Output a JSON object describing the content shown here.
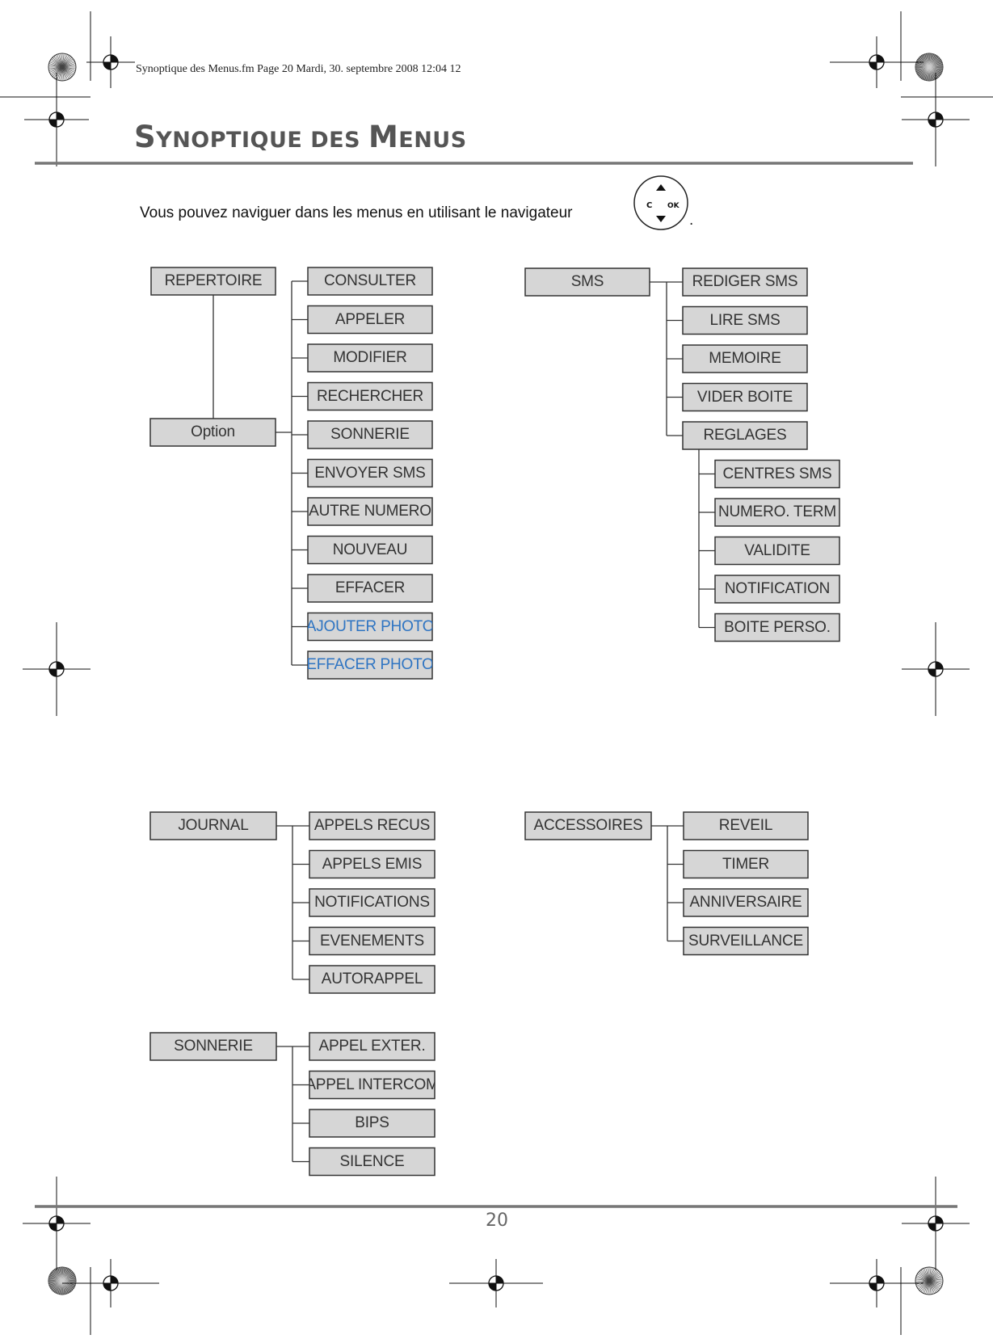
{
  "header_line": "Synoptique des Menus.fm  Page 20  Mardi, 30. septembre 2008  12:04 12",
  "title": {
    "s1": "S",
    "s2": "YNOPTIQUE DES ",
    "s3": "M",
    "s4": "ENUS"
  },
  "intro": "Vous pouvez naviguer dans les menus en utilisant le navigateur",
  "intro_end": ".",
  "navigator": {
    "left_key": "C",
    "right_key": "OK"
  },
  "page_number": "20",
  "colors": {
    "box_fill": "#d6d6d6",
    "box_border": "#333333",
    "highlight_text": "#2e74c2",
    "rule": "#777777"
  },
  "menus": [
    {
      "root": "REPERTOIRE",
      "sub_root": "Option",
      "items": [
        {
          "label": "CONSULTER"
        },
        {
          "label": "APPELER"
        },
        {
          "label": "MODIFIER"
        },
        {
          "label": "RECHERCHER"
        },
        {
          "label": "SONNERIE"
        },
        {
          "label": "ENVOYER SMS"
        },
        {
          "label": "AUTRE NUMERO"
        },
        {
          "label": "NOUVEAU"
        },
        {
          "label": "EFFACER"
        },
        {
          "label": "AJOUTER PHOTO",
          "highlight": true
        },
        {
          "label": "EFFACER PHOTO",
          "highlight": true
        }
      ]
    },
    {
      "root": "SMS",
      "items": [
        {
          "label": "REDIGER SMS"
        },
        {
          "label": "LIRE SMS"
        },
        {
          "label": "MEMOIRE"
        },
        {
          "label": "VIDER BOITE"
        },
        {
          "label": "REGLAGES",
          "children": [
            "CENTRES SMS",
            "NUMERO. TERM",
            "VALIDITE",
            "NOTIFICATION",
            "BOITE PERSO."
          ]
        }
      ]
    },
    {
      "root": "JOURNAL",
      "items": [
        {
          "label": "APPELS RECUS"
        },
        {
          "label": "APPELS EMIS"
        },
        {
          "label": "NOTIFICATIONS"
        },
        {
          "label": "EVENEMENTS"
        },
        {
          "label": "AUTORAPPEL"
        }
      ]
    },
    {
      "root": "ACCESSOIRES",
      "items": [
        {
          "label": "REVEIL"
        },
        {
          "label": "TIMER"
        },
        {
          "label": "ANNIVERSAIRE"
        },
        {
          "label": "SURVEILLANCE"
        }
      ]
    },
    {
      "root": "SONNERIE",
      "items": [
        {
          "label": "APPEL EXTER."
        },
        {
          "label": "APPEL INTERCOM"
        },
        {
          "label": "BIPS"
        },
        {
          "label": "SILENCE"
        }
      ]
    }
  ]
}
